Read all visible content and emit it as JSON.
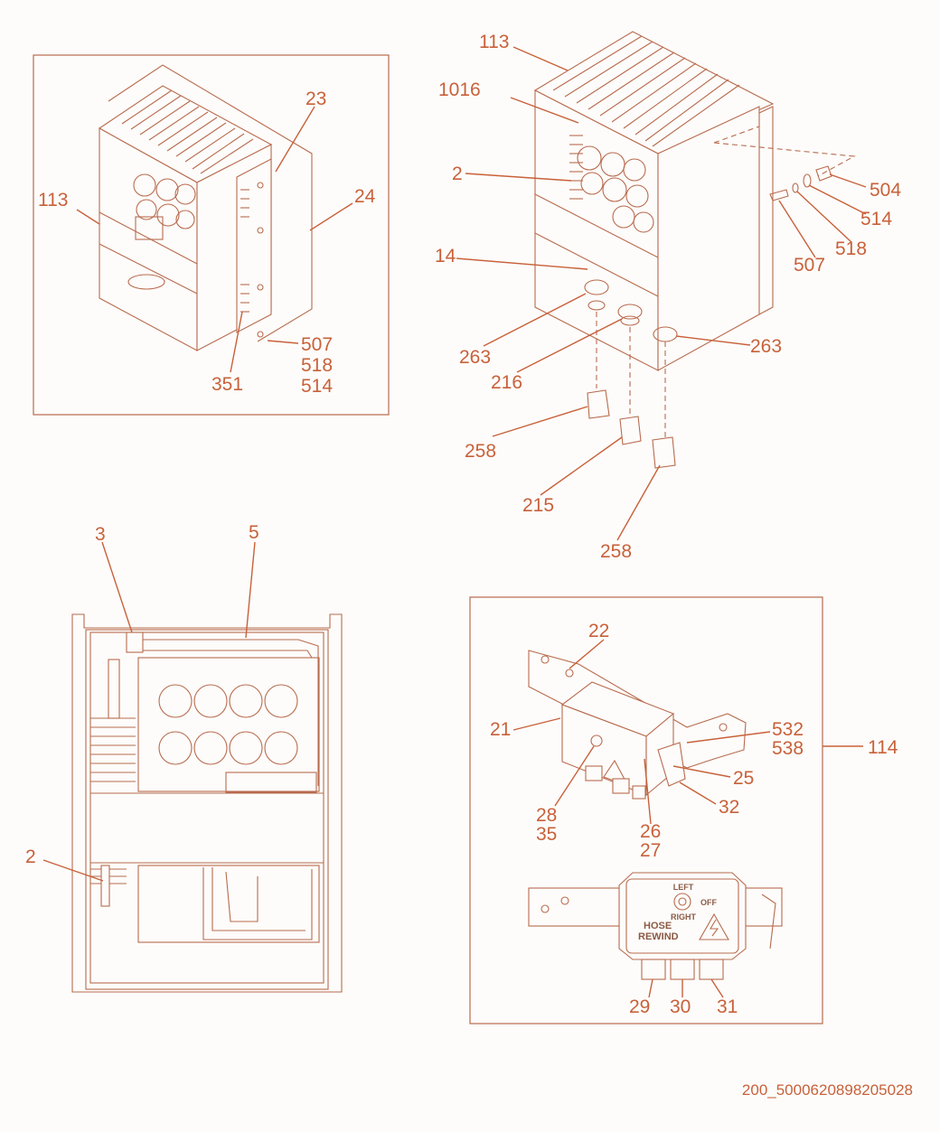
{
  "document_id": "200_5000620898205028",
  "panel_top_left": {
    "callouts": [
      "23",
      "113",
      "24",
      "507",
      "518",
      "514",
      "351"
    ]
  },
  "panel_top_right": {
    "callouts": [
      "113",
      "1016",
      "2",
      "504",
      "514",
      "518",
      "507",
      "14",
      "263",
      "216",
      "263",
      "258",
      "215",
      "258"
    ]
  },
  "panel_bottom_left": {
    "callouts": [
      "3",
      "5",
      "2"
    ]
  },
  "panel_bottom_right": {
    "callouts": [
      "22",
      "21",
      "532",
      "538",
      "114",
      "25",
      "32",
      "28",
      "35",
      "26",
      "27",
      "29",
      "30",
      "31"
    ],
    "device_front_labels": [
      "HOSE",
      "REWIND"
    ],
    "switch_labels": [
      "LEFT",
      "OFF",
      "RIGHT"
    ]
  },
  "colors": {
    "accent": "#c8613a",
    "line": "#b86b4e",
    "background": "#fdfcfa"
  }
}
